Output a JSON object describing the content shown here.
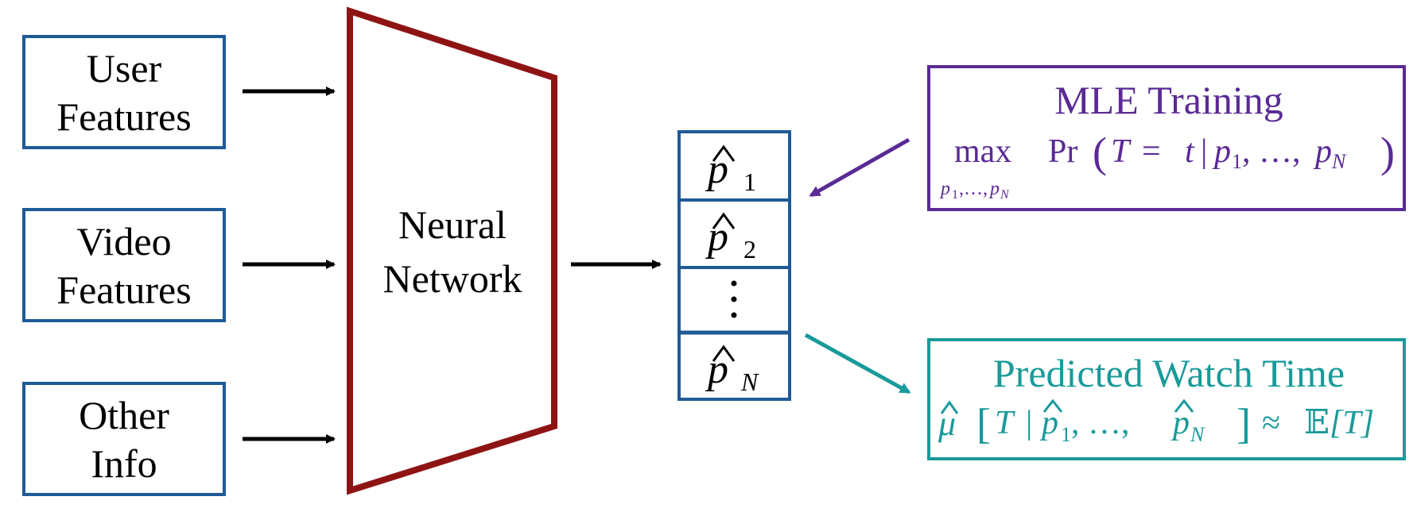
{
  "inputs": [
    {
      "line1": "User",
      "line2": "Features"
    },
    {
      "line1": "Video",
      "line2": "Features"
    },
    {
      "line1": "Other",
      "line2": "Info"
    }
  ],
  "network": {
    "line1": "Neural",
    "line2": "Network"
  },
  "outputs": {
    "p_symbol": "p",
    "hat": "^",
    "sub1": "1",
    "sub2": "2",
    "subN": "N",
    "ellipsis": "⋮"
  },
  "mle": {
    "title": "MLE Training",
    "max": "max",
    "pr": "Pr",
    "T": "T",
    "eq": "=",
    "t": "t",
    "bar": "|",
    "p": "p",
    "sub1": "1",
    "dots": ", …, ",
    "subN": "N",
    "comma": ",",
    "lparen": "(",
    "rparen": ")",
    "under": "p₁,…,p_N",
    "under_p1": "p",
    "under_1": "1",
    "under_dots": ",…,",
    "under_pN": "p",
    "under_N": "N"
  },
  "predicted": {
    "title": "Predicted Watch Time",
    "mu": "μ",
    "lbrack": "[",
    "T": "T",
    "bar": "|",
    "p": "p",
    "sub1": "1",
    "dots": ", …, ",
    "comma": ",",
    "subN": "N",
    "rbrack": "]",
    "approx": "≈",
    "E": "𝔼",
    "E_arg": "[T]"
  },
  "colors": {
    "input_box": "#1f5a96",
    "network": "#8e1414",
    "output_box": "#1f5a96",
    "mle": "#5a2a96",
    "predicted": "#1a9a9a",
    "arrow": "#000000"
  }
}
